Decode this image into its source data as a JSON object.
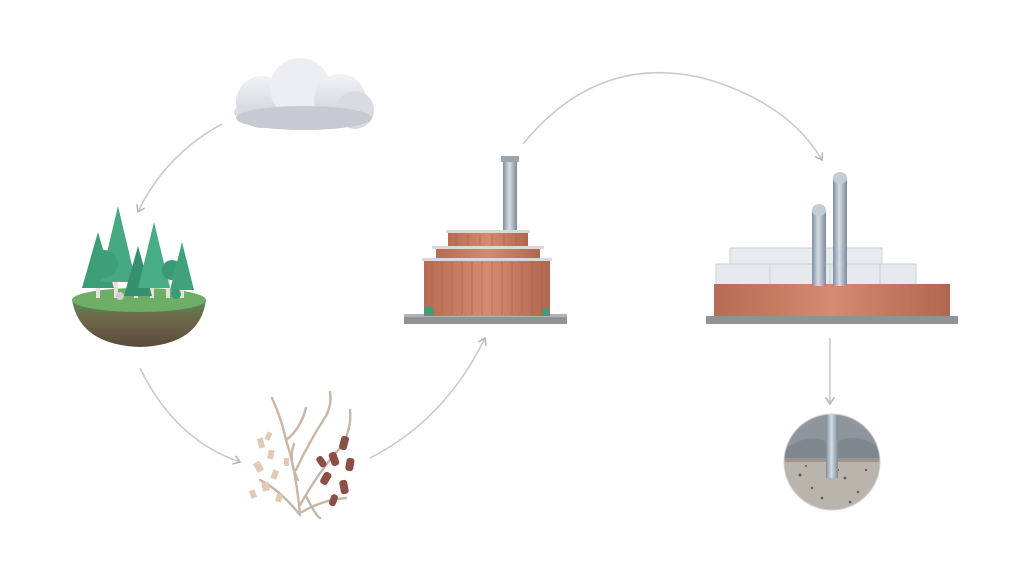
{
  "diagram": {
    "nodes": [
      {
        "id": "cloud",
        "icon": "cloud-icon"
      },
      {
        "id": "forest",
        "icon": "forest-island-icon"
      },
      {
        "id": "biomass",
        "icon": "wood-biomass-icon"
      },
      {
        "id": "power-plant",
        "icon": "biomass-power-plant-icon"
      },
      {
        "id": "capture-facility",
        "icon": "carbon-capture-facility-icon"
      },
      {
        "id": "storage",
        "icon": "underground-storage-icon"
      }
    ],
    "edges": [
      {
        "from": "cloud",
        "to": "forest"
      },
      {
        "from": "forest",
        "to": "biomass"
      },
      {
        "from": "biomass",
        "to": "power-plant"
      },
      {
        "from": "power-plant",
        "to": "capture-facility"
      },
      {
        "from": "capture-facility",
        "to": "storage"
      }
    ]
  },
  "colors": {
    "background": "#ffffff",
    "arrow": "#c8c8c8",
    "tree_green": "#3fa27c",
    "ground_green": "#5b9b57",
    "soil_brown": "#7a5a46",
    "brick": "#c97d63",
    "steel": "#9aa9b8",
    "glass": "#e4eaee",
    "cloud": "#dde0e6",
    "base_gray": "#8f9296"
  }
}
